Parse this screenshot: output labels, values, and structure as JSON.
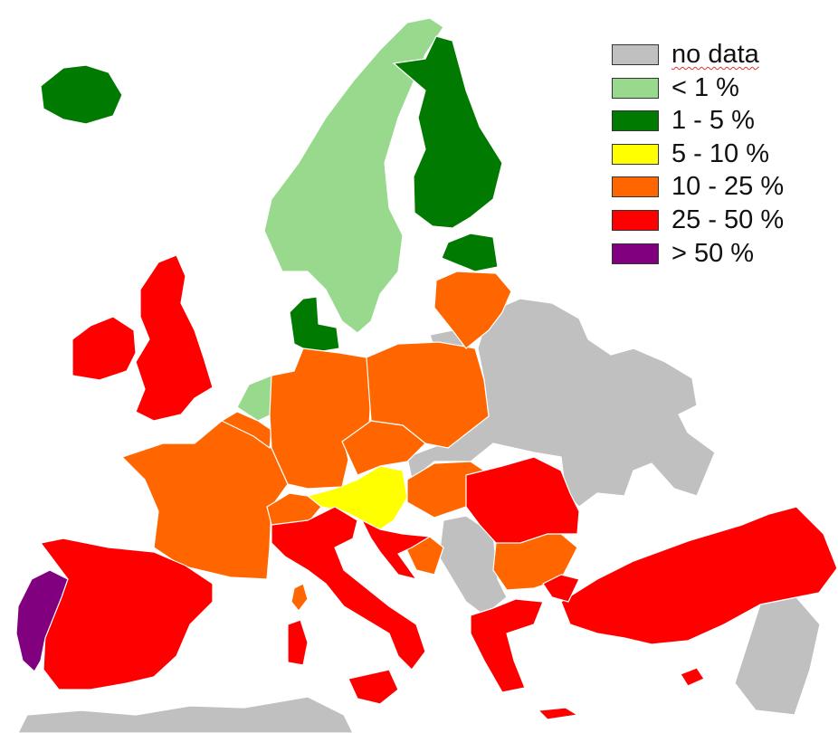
{
  "legend": {
    "items": [
      {
        "label": "no data",
        "color": "#c0c0c0"
      },
      {
        "label": "< 1 %",
        "color": "#98d98e"
      },
      {
        "label": "1 - 5 %",
        "color": "#007a00"
      },
      {
        "label": "5 - 10 %",
        "color": "#ffff00"
      },
      {
        "label": "10 - 25 %",
        "color": "#ff6600"
      },
      {
        "label": "25 - 50 %",
        "color": "#ff0000"
      },
      {
        "label": "> 50 %",
        "color": "#800080"
      }
    ]
  }
}
